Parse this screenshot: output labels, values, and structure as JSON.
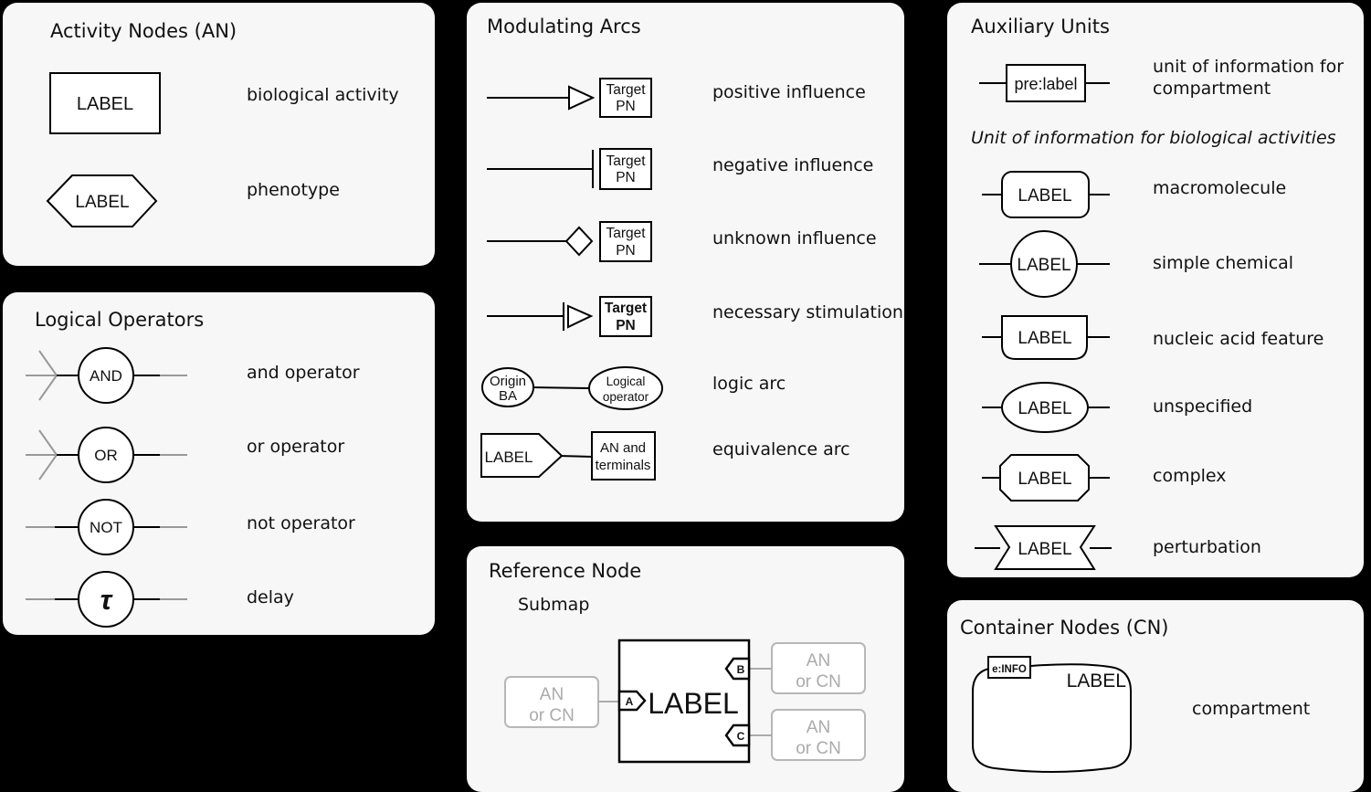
{
  "colors": {
    "background": "#000000",
    "panel": "#f7f7f7",
    "ink": "#000000",
    "arc_gray": "#999999",
    "muted": "#ababab"
  },
  "activity_nodes": {
    "title": "Activity Nodes (AN)",
    "rect_label": "LABEL",
    "rect_desc": "biological activity",
    "hex_label": "LABEL",
    "hex_desc": "phenotype"
  },
  "logical_operators": {
    "title": "Logical Operators",
    "and_label": "AND",
    "and_desc": "and operator",
    "or_label": "OR",
    "or_desc": "or operator",
    "not_label": "NOT",
    "not_desc": "not operator",
    "delay_label": "τ",
    "delay_desc": "delay"
  },
  "modulating_arcs": {
    "title": "Modulating Arcs",
    "target_line1": "Target",
    "target_line2": "PN",
    "positive_desc": "positive influence",
    "negative_desc": "negative influence",
    "unknown_desc": "unknown influence",
    "necessary_desc": "necessary stimulation",
    "origin_line1": "Origin",
    "origin_line2": "BA",
    "logical_line1": "Logical",
    "logical_line2": "operator",
    "logic_desc": "logic arc",
    "equiv_label": "LABEL",
    "equiv_line1": "AN and",
    "equiv_line2": "terminals",
    "equiv_desc": "equivalence arc"
  },
  "reference_node": {
    "title": "Reference Node",
    "subtitle": "Submap",
    "label": "LABEL",
    "tag_a": "A",
    "tag_b": "B",
    "tag_c": "C",
    "an_line1": "AN",
    "an_line2": "or CN"
  },
  "auxiliary_units": {
    "title": "Auxiliary Units",
    "pre_label": "pre:label",
    "pre_desc_line1": "unit of information for",
    "pre_desc_line2": "compartment",
    "bio_heading": "Unit of information for biological activities",
    "macromolecule_label": "LABEL",
    "macromolecule_desc": "macromolecule",
    "chemical_label": "LABEL",
    "chemical_desc": "simple chemical",
    "nucleic_label": "LABEL",
    "nucleic_desc": "nucleic acid feature",
    "unspecified_label": "LABEL",
    "unspecified_desc": "unspecified",
    "complex_label": "LABEL",
    "complex_desc": "complex",
    "perturbation_label": "LABEL",
    "perturbation_desc": "perturbation"
  },
  "container_nodes": {
    "title": "Container Nodes (CN)",
    "info_label": "e:INFO",
    "label": "LABEL",
    "desc": "compartment"
  }
}
